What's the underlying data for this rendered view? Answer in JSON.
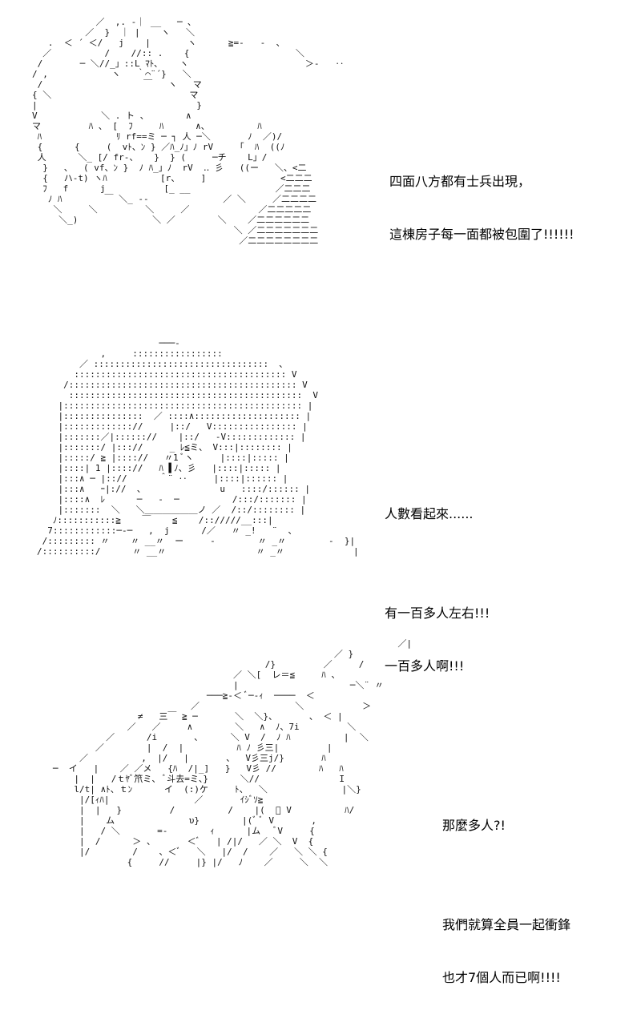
{
  "panels": [
    {
      "dialogue": [
        "四面八方都有士兵出現，",
        "這棟房子每一面都被包圍了!!!!!!"
      ]
    },
    {
      "dialogue": [
        "人數看起來......",
        "",
        "有一百多人左右!!!",
        "一百多人啊!!!"
      ]
    },
    {
      "dialogue": [
        "那麼多人?!",
        "",
        "我們就算全員一起衝鋒",
        "也才7個人而已啊!!!!"
      ]
    }
  ]
}
